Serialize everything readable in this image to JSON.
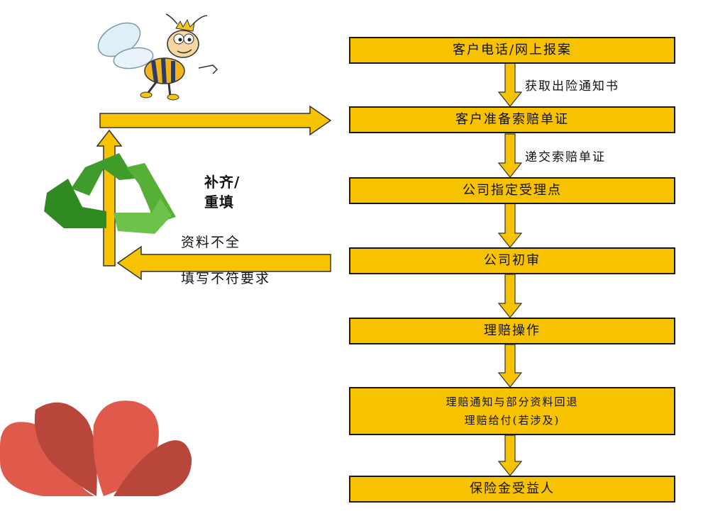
{
  "steps": [
    {
      "lines": [
        "客户电话/网上报案"
      ]
    },
    {
      "lines": [
        "客户准备索赔单证"
      ]
    },
    {
      "lines": [
        "公司指定受理点"
      ]
    },
    {
      "lines": [
        "公司初审"
      ]
    },
    {
      "lines": [
        "理赔操作"
      ]
    },
    {
      "lines": [
        "理赔通知与部分资料回退",
        "理赔给付(若涉及)"
      ]
    },
    {
      "lines": [
        "保险金受益人"
      ]
    }
  ],
  "edge_labels": {
    "step1_to_step2": "获取出险通知书",
    "step2_to_step3": "递交索赔单证"
  },
  "rejection": {
    "reason_1": "资料不全",
    "reason_2": "填写不符要求"
  },
  "loop": {
    "line_1": "补齐/",
    "line_2": "重填"
  },
  "colors": {
    "box_fill": "#F7C300",
    "box_border": "#1a1a1a",
    "arrow_fill": "#F7C300",
    "arrow_stroke": "#333333",
    "recycle_green": "#3f9b2a",
    "heart_dark": "#b8463a",
    "heart_light": "#e05a4c"
  },
  "icons": [
    "bee-mascot-icon",
    "recycle-icon",
    "hearts-decoration-icon"
  ]
}
